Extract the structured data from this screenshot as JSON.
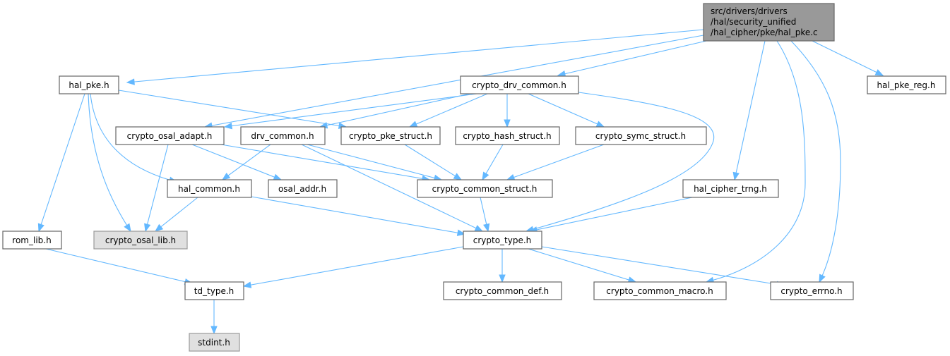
{
  "colors": {
    "edge": "#63b8ff",
    "root_fill": "#999999",
    "external_fill": "#e0e0e0",
    "node_fill": "#ffffff",
    "node_border": "#666666"
  },
  "nodes": {
    "root": {
      "lines": [
        "src/drivers/drivers",
        "/hal/security_unified",
        "/hal_cipher/pke/hal_pke.c"
      ],
      "kind": "root"
    },
    "hal_pke_h": {
      "label": "hal_pke.h",
      "kind": "normal"
    },
    "crypto_drv_common_h": {
      "label": "crypto_drv_common.h",
      "kind": "normal"
    },
    "hal_pke_reg_h": {
      "label": "hal_pke_reg.h",
      "kind": "normal"
    },
    "crypto_osal_adapt_h": {
      "label": "crypto_osal_adapt.h",
      "kind": "normal"
    },
    "drv_common_h": {
      "label": "drv_common.h",
      "kind": "normal"
    },
    "crypto_pke_struct_h": {
      "label": "crypto_pke_struct.h",
      "kind": "normal"
    },
    "crypto_hash_struct_h": {
      "label": "crypto_hash_struct.h",
      "kind": "normal"
    },
    "crypto_symc_struct_h": {
      "label": "crypto_symc_struct.h",
      "kind": "normal"
    },
    "hal_common_h": {
      "label": "hal_common.h",
      "kind": "normal"
    },
    "osal_addr_h": {
      "label": "osal_addr.h",
      "kind": "normal"
    },
    "crypto_common_struct_h": {
      "label": "crypto_common_struct.h",
      "kind": "normal"
    },
    "hal_cipher_trng_h": {
      "label": "hal_cipher_trng.h",
      "kind": "normal"
    },
    "rom_lib_h": {
      "label": "rom_lib.h",
      "kind": "normal"
    },
    "crypto_osal_lib_h": {
      "label": "crypto_osal_lib.h",
      "kind": "external"
    },
    "crypto_type_h": {
      "label": "crypto_type.h",
      "kind": "normal"
    },
    "td_type_h": {
      "label": "td_type.h",
      "kind": "normal"
    },
    "crypto_common_def_h": {
      "label": "crypto_common_def.h",
      "kind": "normal"
    },
    "crypto_common_macro_h": {
      "label": "crypto_common_macro.h",
      "kind": "normal"
    },
    "crypto_errno_h": {
      "label": "crypto_errno.h",
      "kind": "normal"
    },
    "stdint_h": {
      "label": "stdint.h",
      "kind": "external"
    }
  },
  "edges": [
    [
      "root",
      "hal_pke_h"
    ],
    [
      "root",
      "crypto_drv_common_h"
    ],
    [
      "root",
      "hal_pke_reg_h"
    ],
    [
      "root",
      "crypto_osal_adapt_h"
    ],
    [
      "root",
      "hal_cipher_trng_h"
    ],
    [
      "root",
      "crypto_common_macro_h"
    ],
    [
      "root",
      "crypto_errno_h"
    ],
    [
      "hal_pke_h",
      "crypto_pke_struct_h"
    ],
    [
      "hal_pke_h",
      "hal_common_h"
    ],
    [
      "hal_pke_h",
      "crypto_osal_lib_h"
    ],
    [
      "hal_pke_h",
      "rom_lib_h"
    ],
    [
      "crypto_drv_common_h",
      "crypto_osal_adapt_h"
    ],
    [
      "crypto_drv_common_h",
      "drv_common_h"
    ],
    [
      "crypto_drv_common_h",
      "crypto_pke_struct_h"
    ],
    [
      "crypto_drv_common_h",
      "crypto_hash_struct_h"
    ],
    [
      "crypto_drv_common_h",
      "crypto_symc_struct_h"
    ],
    [
      "crypto_drv_common_h",
      "crypto_type_h"
    ],
    [
      "crypto_osal_adapt_h",
      "crypto_osal_lib_h"
    ],
    [
      "crypto_osal_adapt_h",
      "osal_addr_h"
    ],
    [
      "crypto_osal_adapt_h",
      "crypto_common_struct_h"
    ],
    [
      "drv_common_h",
      "hal_common_h"
    ],
    [
      "drv_common_h",
      "crypto_common_struct_h"
    ],
    [
      "drv_common_h",
      "crypto_type_h"
    ],
    [
      "crypto_pke_struct_h",
      "crypto_common_struct_h"
    ],
    [
      "crypto_hash_struct_h",
      "crypto_common_struct_h"
    ],
    [
      "crypto_symc_struct_h",
      "crypto_common_struct_h"
    ],
    [
      "hal_common_h",
      "crypto_osal_lib_h"
    ],
    [
      "hal_common_h",
      "crypto_type_h"
    ],
    [
      "crypto_common_struct_h",
      "crypto_type_h"
    ],
    [
      "hal_cipher_trng_h",
      "crypto_type_h"
    ],
    [
      "rom_lib_h",
      "td_type_h"
    ],
    [
      "crypto_type_h",
      "td_type_h"
    ],
    [
      "crypto_type_h",
      "crypto_common_def_h"
    ],
    [
      "crypto_type_h",
      "crypto_common_macro_h"
    ],
    [
      "crypto_type_h",
      "crypto_errno_h"
    ],
    [
      "td_type_h",
      "stdint_h"
    ]
  ]
}
